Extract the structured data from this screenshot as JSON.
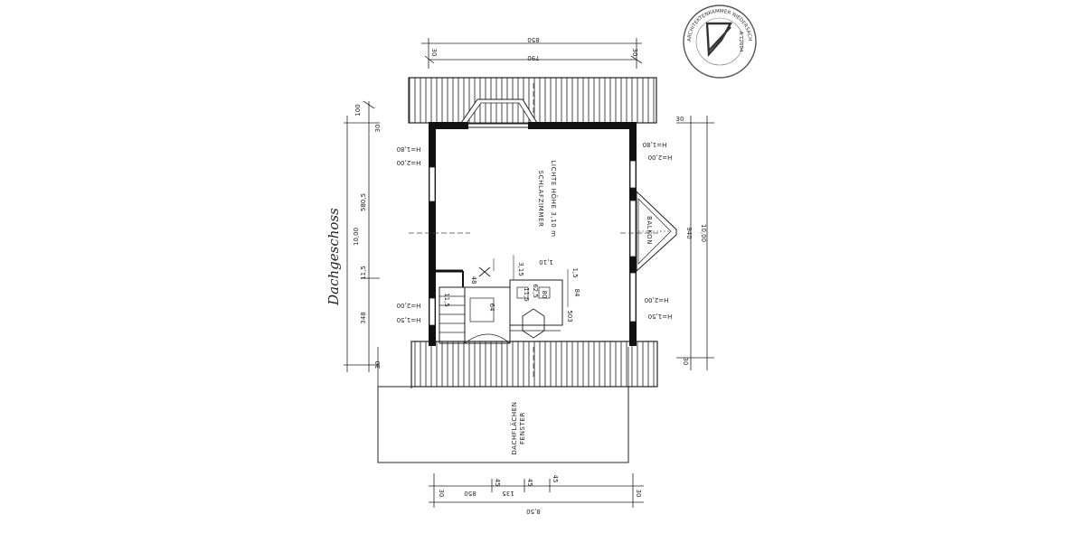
{
  "drawing": {
    "floor_label": "Dachgeschoss",
    "room_name": "SCHLAFZIMMER",
    "room_height": "LICHTE HÖHE 3,10 m",
    "balcony_label": "BALKON",
    "skylight_label_1": "DACHFLÄCHEN",
    "skylight_label_2": "FENSTER"
  },
  "dimensions": {
    "top_outer": "850",
    "top_inner": "790",
    "top_left_small": "30",
    "top_right_small": "30",
    "left_top": "100",
    "left_30_top": "30",
    "left_total": "10,00",
    "left_upper": "580,5",
    "left_mid": "11,5",
    "left_lower": "348",
    "left_30_bottom": "30",
    "right_top_30": "30",
    "right_inner": "940",
    "right_total": "10,00",
    "right_bottom_30": "30",
    "h_top_left_1": "H=1,80",
    "h_top_left_2": "H=2,00",
    "h_top_right_1": "H=1,80",
    "h_top_right_2": "H=2,00",
    "h_bot_left_1": "H=2,00",
    "h_bot_left_2": "H=1,50",
    "h_bot_right_1": "H=2,00",
    "h_bot_right_2": "H=1,50",
    "stair_1": "48",
    "stair_2": "11,5",
    "stair_3": "1,10",
    "stair_4": "3,15",
    "stair_5": "84",
    "stair_6": "1,5",
    "stair_7": "62,5",
    "stair_8": "80",
    "stair_9": "11,5",
    "stair_10": "64",
    "stair_11": "503",
    "bot_1": "30",
    "bot_2": "850",
    "bot_3": "135",
    "bot_4": "45",
    "bot_5": "45",
    "bot_6": "45",
    "bot_7": "30",
    "bot_outer": "8,50"
  },
  "stamp": {
    "text": "ARCHITEKTENKAMMER NIEDERSACHSEN",
    "number": "A 12694"
  }
}
